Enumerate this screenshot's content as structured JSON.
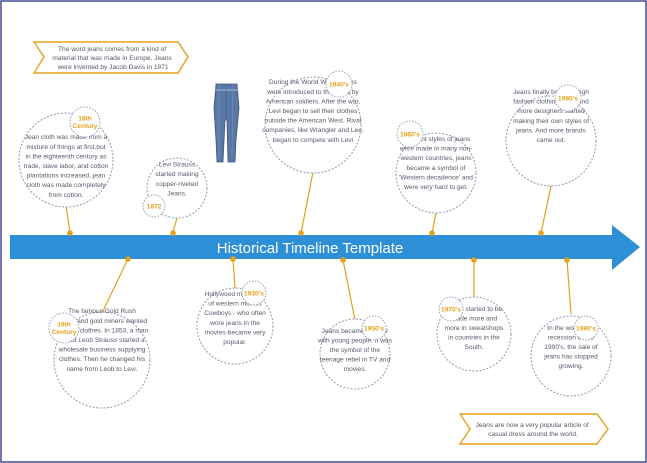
{
  "title": "Historical Timeline Template",
  "colors": {
    "arrow": "#2d8fd5",
    "accent": "#e3a21a",
    "bubble_border": "#8c99b2",
    "text": "#555a6b",
    "frame": "#3a3f8f"
  },
  "intro_banner": {
    "lines": [
      "The word jeans comes from a kind of",
      "material that was made in Europe. Jeans",
      "were invented by Jacob Davis in 1871"
    ]
  },
  "outro_banner": {
    "lines": [
      "Jeans are now a very popular article of",
      "casual dress around the world."
    ]
  },
  "events": [
    {
      "id": "18th-century",
      "year": [
        "18th",
        "Century"
      ],
      "lines": [
        "Jean cloth was made from a",
        "mixture of things at first,but",
        "in the eighteenth century as",
        "trade, slave labor, and cotton",
        "plantations increased, jean",
        "cloth was made completely",
        "from cotton."
      ]
    },
    {
      "id": "1872",
      "year": [
        "1872"
      ],
      "lines": [
        "Levi Strauss",
        "started making",
        "copper-riveted",
        "Jeans."
      ]
    },
    {
      "id": "19th-century",
      "year": [
        "19th",
        "Century"
      ],
      "lines": [
        "The famous Gold Rush",
        "began,and gold miners wanted",
        "durable clothes. In 1853, a man",
        "called Leob Strauss started a",
        "wholesale business supplying",
        "clothes. Then he changed his",
        "name from Leob to Levi."
      ]
    },
    {
      "id": "1930s",
      "year": [
        "1930's"
      ],
      "lines": [
        "Hollywood made lots",
        "of western movies",
        "Cowboys - who often",
        "wore jeans in the",
        "movies-became very",
        "popular."
      ]
    },
    {
      "id": "1940s",
      "year": [
        "1940's"
      ],
      "lines": [
        "During the World War 2, jeans",
        "were introduced to the world by",
        "American soldiers. After the war,",
        "Levi began to sell their clothes",
        "outside the American West. Rival",
        "companies, like Wrangler and Lee,",
        "began to compete with Levi"
      ]
    },
    {
      "id": "1950s",
      "year": [
        "1950's"
      ],
      "lines": [
        "Jeans became popular",
        "with young people. It was",
        "the symbol of the",
        "teenage rebel in TV and",
        "movies."
      ]
    },
    {
      "id": "1960s",
      "year": [
        "1960's"
      ],
      "lines": [
        "Different styles of jeans",
        "were made in many non-",
        "western countries, jeans",
        "became a symbol of",
        "'Western decadence' and",
        "were very hard to get."
      ]
    },
    {
      "id": "1970s",
      "year": [
        "1970's"
      ],
      "lines": [
        "Jeans started to be",
        "made more and",
        "more in sweatshops",
        "in countries in the",
        "South."
      ]
    },
    {
      "id": "1980s",
      "year": [
        "1980's"
      ],
      "lines": [
        "Jeans finally became high",
        "fashion clothing.More and",
        "more designers started",
        "making their own styles of",
        "jeans. And more brands",
        "came out."
      ]
    },
    {
      "id": "1990s",
      "year": [
        "1990's"
      ],
      "lines": [
        "In the worldwide",
        "recession of the",
        "1990's, the sale of",
        "jeans has stopped",
        "growing."
      ]
    }
  ]
}
